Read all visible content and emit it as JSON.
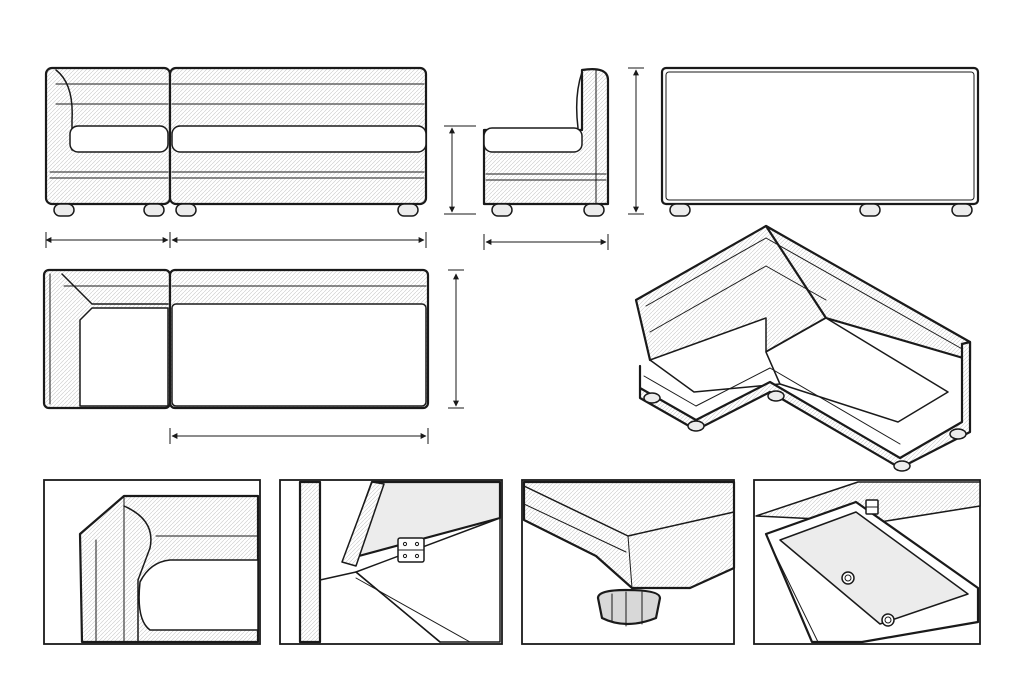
{
  "sheet": {
    "views": [
      "front-elevation",
      "side-elevation",
      "rear-elevation",
      "top-plan",
      "isometric-view"
    ],
    "details": [
      "armrest-corner-detail",
      "storage-hinge-detail",
      "foot-detail",
      "storage-box-detail"
    ]
  },
  "colors": {
    "line": "#1a1a1a",
    "paper": "#ffffff",
    "shade": "#ececec",
    "dark-shade": "#d8d8d8"
  }
}
